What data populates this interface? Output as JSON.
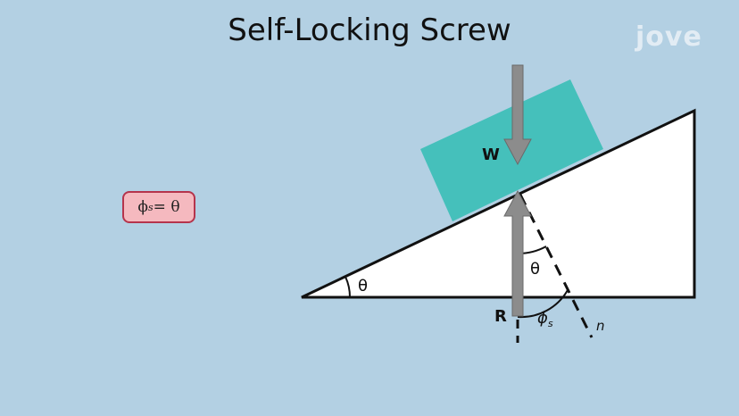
{
  "title": "Self-Locking Screw",
  "logo": "jove",
  "equation": {
    "lhs": "ϕ",
    "lhs_sub": "s",
    "rel": " = θ"
  },
  "labels": {
    "weight": "W",
    "reaction": "R",
    "incline_angle": "θ",
    "normal_angle": "θ",
    "friction_angle": "ϕ",
    "friction_angle_sub": "s",
    "normal": "n"
  },
  "colors": {
    "background": "#b3d0e3",
    "block": "#45c0bb",
    "arrow": "#8c8c8c",
    "equation_fill": "#f5b9bf",
    "equation_border": "#b5344c"
  }
}
